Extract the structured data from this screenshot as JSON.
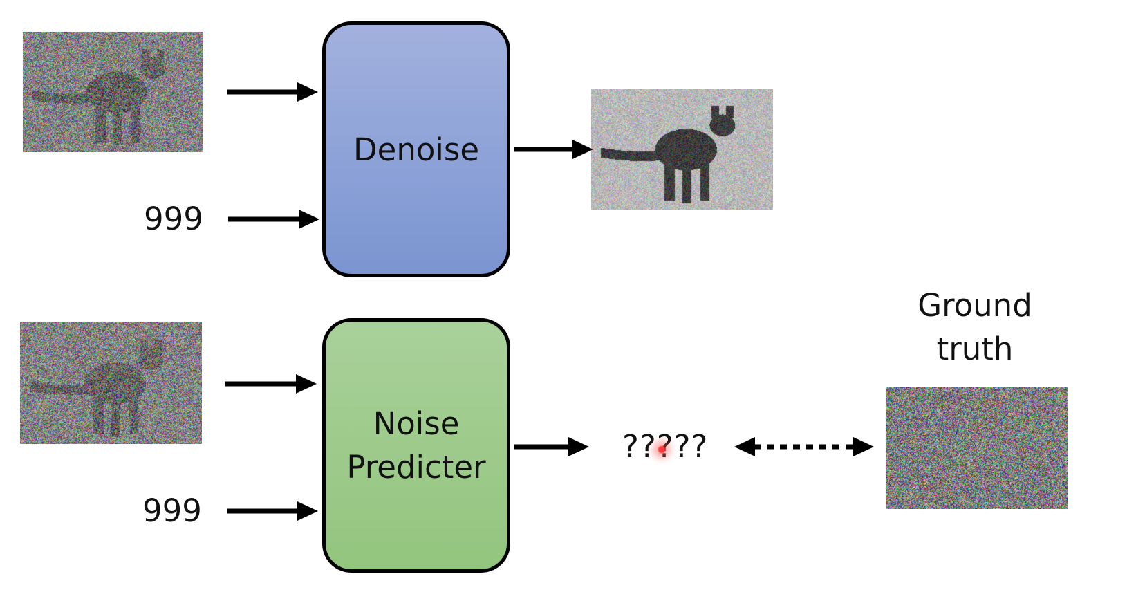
{
  "top_row": {
    "box_label": "Denoise",
    "step_number": "999",
    "input_image_icon": "noisy-cat-image",
    "output_image_icon": "less-noisy-cat-image"
  },
  "bottom_row": {
    "box_label": "Noise\nPredicter",
    "step_number": "999",
    "input_image_icon": "noisy-cat-image",
    "output_text": "?????",
    "ground_truth_label": "Ground\ntruth",
    "ground_truth_image_icon": "pure-noise-image"
  },
  "colors": {
    "denoise_box_top": "#a2b1de",
    "denoise_box_bottom": "#7b95d1",
    "noise_box_top": "#a9d09a",
    "noise_box_bottom": "#93c57e",
    "cursor": "#ff3b3b"
  }
}
